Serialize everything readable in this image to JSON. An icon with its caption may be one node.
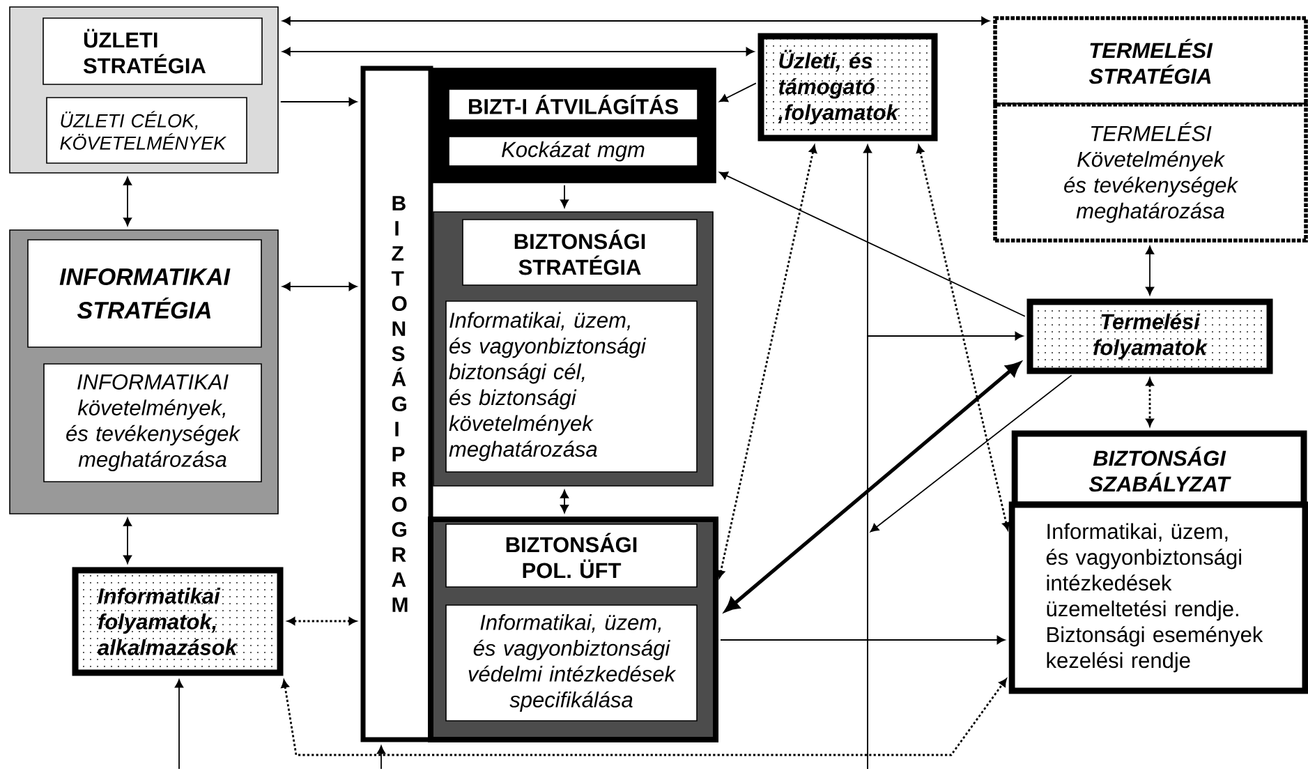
{
  "diagram": {
    "nodes": [
      {
        "text": [],
        "shape": "box"
      },
      {
        "text": [
          "ÜZLETI STRATÉGIA"
        ],
        "in": 0
      },
      {
        "text": [
          "ÜZLETI CÉLOK, KÖVETELMÉNYEK"
        ],
        "in": 0
      },
      {
        "text": [],
        "shape": "box"
      },
      {
        "text": [
          "INFORMATIKAI STRATÉGIA"
        ],
        "in": 3
      },
      {
        "text": [
          "INFORMATIKAI követelmények, és tevékenységek meghatározása"
        ],
        "in": 3
      },
      {
        "text": [
          "Informatikai folyamatok, alkalmazások"
        ]
      },
      {
        "text": [
          "BIZTONSÁGI PROGRAM"
        ]
      },
      {
        "text": [],
        "shape": "box"
      },
      {
        "text": [
          "BIZT-I ÁTVILÁGÍTÁS"
        ],
        "in": 8
      },
      {
        "text": [
          "Kockázat mgm"
        ],
        "in": 8
      },
      {
        "text": [],
        "shape": "box"
      },
      {
        "text": [
          "BIZTONSÁGI STRATÉGIA"
        ],
        "in": 11
      },
      {
        "text": [
          "Informatikai, üzem, és vagyonbiztonsági biztonsági cél, és biztonsági követelmények meghatározása"
        ],
        "in": 11
      },
      {
        "text": [],
        "shape": "box"
      },
      {
        "text": [
          "BIZTONSÁGI POL. ÜFT"
        ],
        "in": 14
      },
      {
        "text": [
          "Informatikai, üzem, és vagyonbiztonsági védelmi intézkedések specifikálása"
        ],
        "in": 14
      },
      {
        "text": [
          "Üzleti, és támogató ,folyamatok"
        ]
      },
      {
        "text": [
          "TERMELÉSI STRATÉGIA"
        ]
      },
      {
        "text": [
          "TERMELÉSI Követelmények és tevékenységek meghatározása"
        ]
      },
      {
        "text": [
          "Termelési folyamatok"
        ]
      },
      {
        "text": [
          "BIZTONSÁGI SZABÁLYZAT"
        ]
      },
      {
        "text": [
          "Informatikai, üzem, és vagyonbiztonsági intézkedések üzemeltetési rendje. Biztonsági események kezelési rendje"
        ]
      }
    ],
    "edges": [
      {
        "from": 0,
        "to": 18,
        "arrow": "both"
      },
      {
        "from": 0,
        "to": 17,
        "arrow": "both"
      },
      {
        "from": 0,
        "to": 7,
        "arrow": "to"
      },
      {
        "from": 0,
        "to": 3,
        "arrow": "both"
      },
      {
        "from": 3,
        "to": 7,
        "arrow": "both"
      },
      {
        "from": 3,
        "to": 6,
        "arrow": "both"
      },
      {
        "from": 6,
        "to": 7,
        "arrow": "both",
        "style": "dashed"
      },
      {
        "from": 17,
        "to": 8,
        "arrow": "to"
      },
      {
        "from": 20,
        "to": 8,
        "arrow": "to"
      },
      {
        "from": 8,
        "to": 11,
        "arrow": "to"
      },
      {
        "from": 11,
        "to": 14,
        "arrow": "both"
      },
      {
        "from": 17,
        "to": 14,
        "arrow": "both",
        "style": "dashed"
      },
      {
        "from": 17,
        "to": 22,
        "arrow": "both",
        "style": "dashed"
      },
      {
        "from": null,
        "to": 17,
        "arrow": "to"
      },
      {
        "from": null,
        "to": 20,
        "arrow": "to"
      },
      {
        "from": 20,
        "to": null,
        "arrow": "to"
      },
      {
        "from": 20,
        "to": 14,
        "arrow": "both",
        "style": "thick"
      },
      {
        "from": 14,
        "to": 22,
        "arrow": "to"
      },
      {
        "from": 19,
        "to": 20,
        "arrow": "both"
      },
      {
        "from": 20,
        "to": 21,
        "arrow": "both",
        "style": "dashed"
      },
      {
        "from": 6,
        "to": 22,
        "arrow": "both",
        "style": "dashed"
      },
      {
        "from": null,
        "to": 6,
        "arrow": "to"
      },
      {
        "from": null,
        "to": 7,
        "arrow": "to"
      }
    ]
  }
}
